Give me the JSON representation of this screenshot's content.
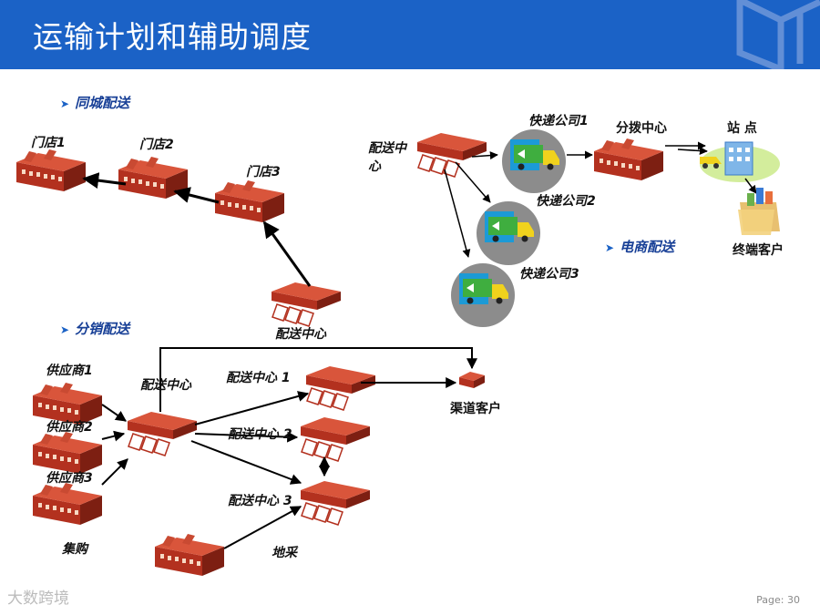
{
  "slide": {
    "title": "运输计划和辅助调度",
    "page_label": "Page: 30",
    "watermark": "大数跨境"
  },
  "sections": {
    "same_city": "同城配送",
    "distribution": "分销配送",
    "ecommerce": "电商配送"
  },
  "labels": {
    "store1": "门店1",
    "store2": "门店2",
    "store3": "门店3",
    "dc_same_city": "配送中心",
    "dc_ecom_line1": "配送中",
    "dc_ecom_line2": "心",
    "express1": "快递公司1",
    "express2": "快递公司2",
    "express3": "快递公司3",
    "sorting_center": "分拨中心",
    "station": "站 点",
    "end_customer": "终端客户",
    "supplier1": "供应商1",
    "supplier2": "供应商2",
    "supplier3": "供应商3",
    "dc_main": "配送中心",
    "dc1": "配送中心 1",
    "dc2": "配送中心 2",
    "dc3": "配送中心 3",
    "channel_customer": "渠道客户",
    "group_purchase": "集购",
    "local_purchase": "地采"
  }
}
